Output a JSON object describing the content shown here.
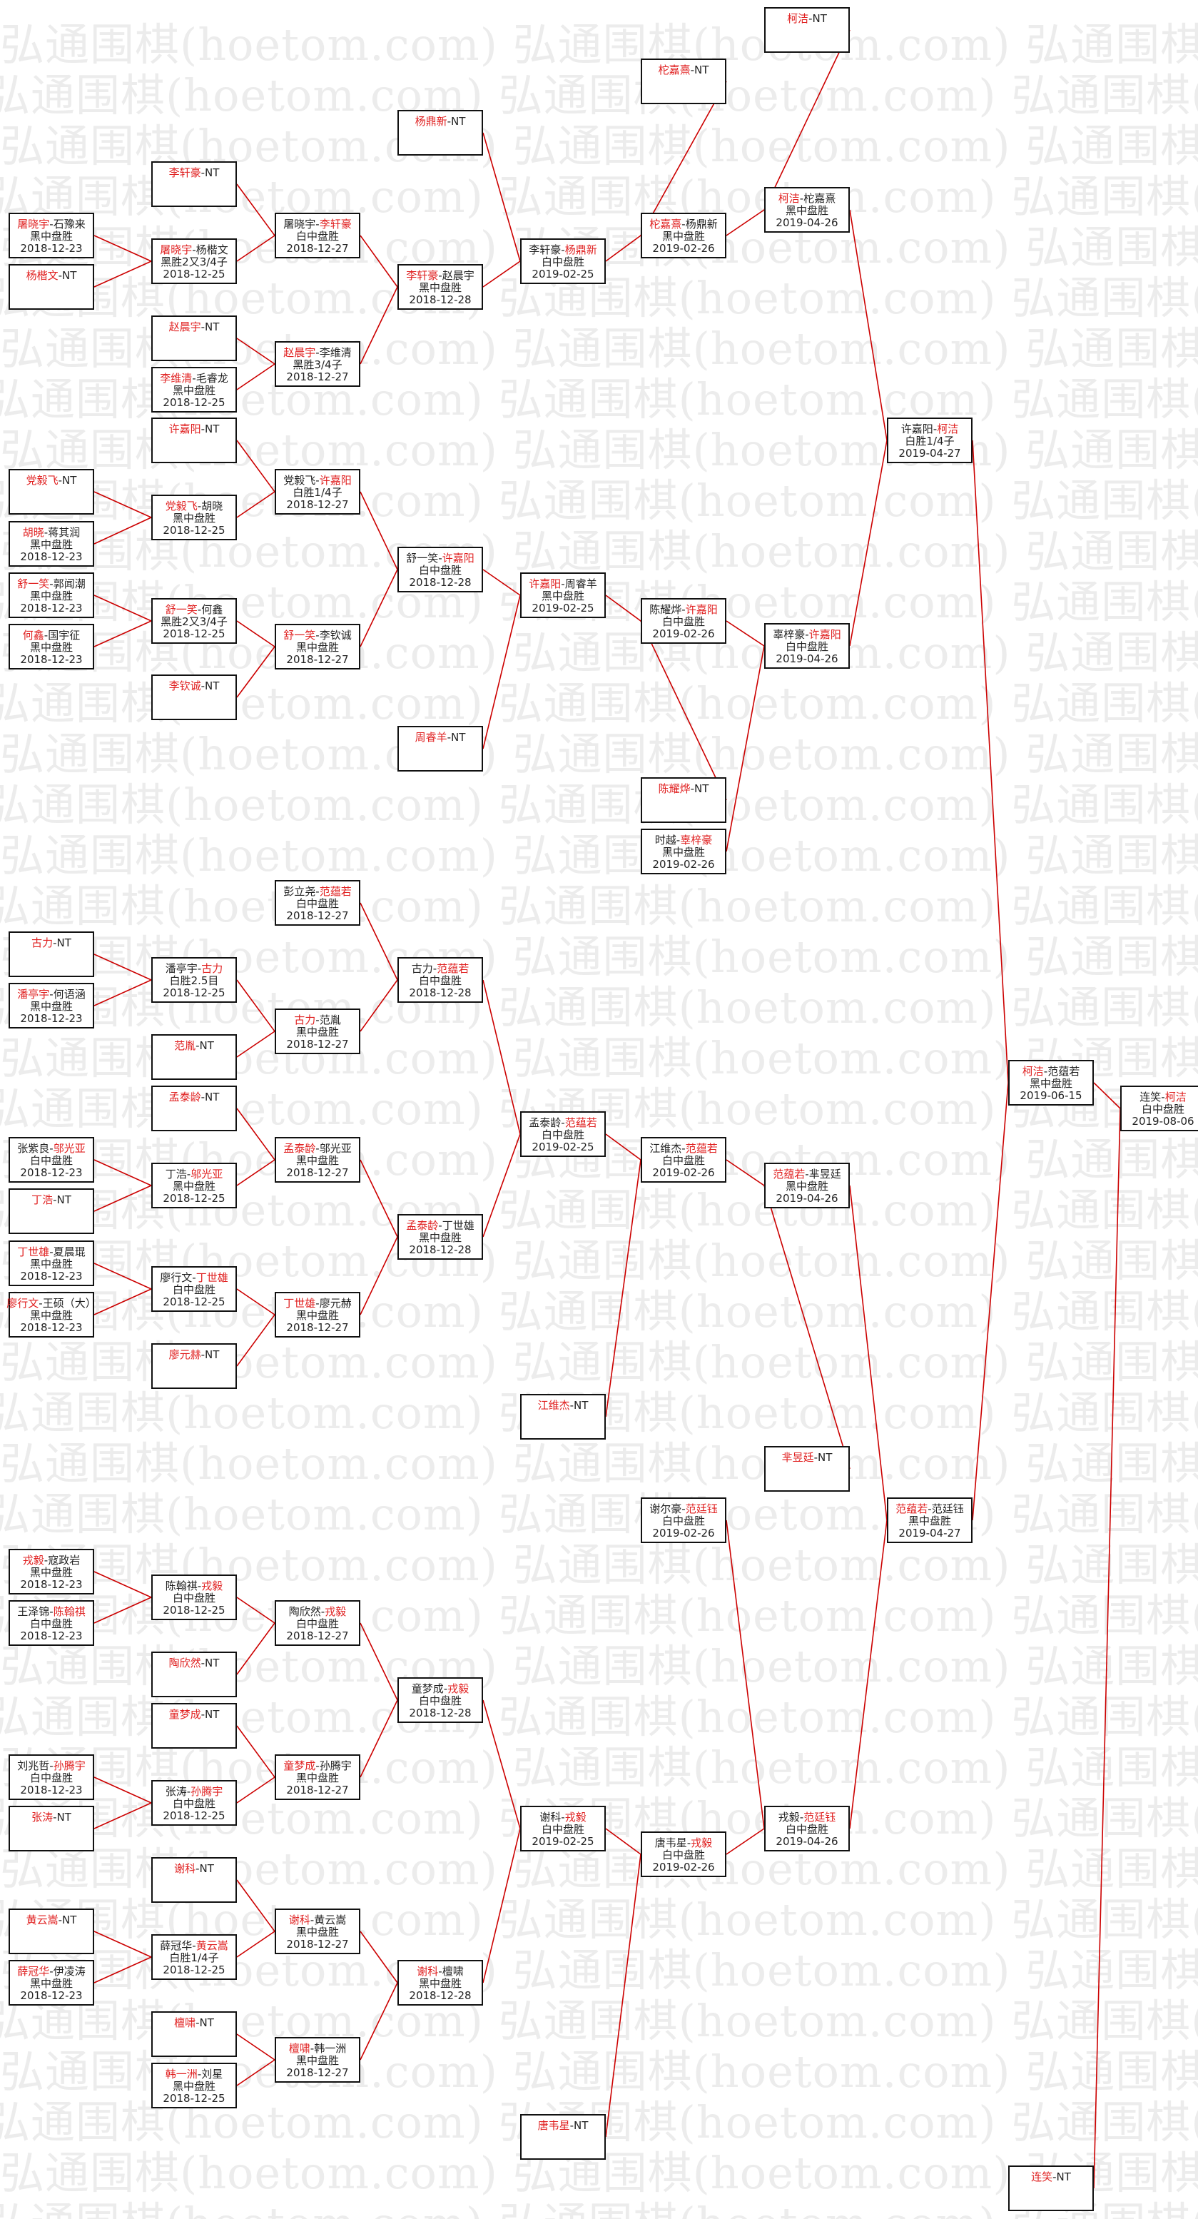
{
  "watermark": "弘通围棋(hoetom.com)",
  "line_color": "#cc0000",
  "matches": [
    {
      "id": "m1",
      "p1": "屠晓宇",
      "p2": "石豫来",
      "w": 1,
      "result": "黑中盘胜",
      "date": "2018-12-23"
    },
    {
      "id": "m2",
      "p1": "杨楷文",
      "p2": "NT",
      "w": 1,
      "result": "",
      "date": ""
    },
    {
      "id": "m3",
      "p1": "党毅飞",
      "p2": "NT",
      "w": 1,
      "result": "",
      "date": ""
    },
    {
      "id": "m4",
      "p1": "胡晓",
      "p2": "蒋其润",
      "w": 1,
      "result": "黑中盘胜",
      "date": "2018-12-23"
    },
    {
      "id": "m5",
      "p1": "舒一笑",
      "p2": "郭闻潮",
      "w": 1,
      "result": "黑中盘胜",
      "date": "2018-12-23"
    },
    {
      "id": "m6",
      "p1": "何鑫",
      "p2": "国宇征",
      "w": 1,
      "result": "黑中盘胜",
      "date": "2018-12-23"
    },
    {
      "id": "m7",
      "p1": "古力",
      "p2": "NT",
      "w": 1,
      "result": "",
      "date": ""
    },
    {
      "id": "m8",
      "p1": "潘亭宇",
      "p2": "何语涵",
      "w": 1,
      "result": "黑中盘胜",
      "date": "2018-12-23"
    },
    {
      "id": "m9",
      "p1": "张紫良",
      "p2": "邬光亚",
      "w": 2,
      "result": "白中盘胜",
      "date": "2018-12-23"
    },
    {
      "id": "m10",
      "p1": "丁浩",
      "p2": "NT",
      "w": 1,
      "result": "",
      "date": ""
    },
    {
      "id": "m11",
      "p1": "丁世雄",
      "p2": "夏晨琨",
      "w": 1,
      "result": "黑中盘胜",
      "date": "2018-12-23"
    },
    {
      "id": "m12",
      "p1": "廖行文",
      "p2": "王硕（大）",
      "w": 1,
      "result": "黑中盘胜",
      "date": "2018-12-23"
    },
    {
      "id": "m13",
      "p1": "戎毅",
      "p2": "寇政岩",
      "w": 1,
      "result": "黑中盘胜",
      "date": "2018-12-23"
    },
    {
      "id": "m14",
      "p1": "王泽锦",
      "p2": "陈翰祺",
      "w": 2,
      "result": "白中盘胜",
      "date": "2018-12-23"
    },
    {
      "id": "m15",
      "p1": "刘兆哲",
      "p2": "孙腾宇",
      "w": 2,
      "result": "白中盘胜",
      "date": "2018-12-23"
    },
    {
      "id": "m16",
      "p1": "张涛",
      "p2": "NT",
      "w": 1,
      "result": "",
      "date": ""
    },
    {
      "id": "m17",
      "p1": "黄云嵩",
      "p2": "NT",
      "w": 1,
      "result": "",
      "date": ""
    },
    {
      "id": "m18",
      "p1": "薛冠华",
      "p2": "伊凌涛",
      "w": 1,
      "result": "黑中盘胜",
      "date": "2018-12-23"
    },
    {
      "id": "n1",
      "p1": "李轩豪",
      "p2": "NT",
      "w": 1,
      "result": "",
      "date": ""
    },
    {
      "id": "n2",
      "p1": "屠晓宇",
      "p2": "杨楷文",
      "w": 1,
      "result": "黑胜2又3/4子",
      "date": "2018-12-25"
    },
    {
      "id": "n3",
      "p1": "赵晨宇",
      "p2": "NT",
      "w": 1,
      "result": "",
      "date": ""
    },
    {
      "id": "n4",
      "p1": "李维清",
      "p2": "毛睿龙",
      "w": 1,
      "result": "黑中盘胜",
      "date": "2018-12-25"
    },
    {
      "id": "n5",
      "p1": "许嘉阳",
      "p2": "NT",
      "w": 1,
      "result": "",
      "date": ""
    },
    {
      "id": "n6",
      "p1": "党毅飞",
      "p2": "胡晓",
      "w": 1,
      "result": "黑中盘胜",
      "date": "2018-12-25"
    },
    {
      "id": "n7",
      "p1": "舒一笑",
      "p2": "何鑫",
      "w": 1,
      "result": "黑胜2又3/4子",
      "date": "2018-12-25"
    },
    {
      "id": "n8",
      "p1": "李钦诚",
      "p2": "NT",
      "w": 1,
      "result": "",
      "date": ""
    },
    {
      "id": "n9",
      "p1": "潘亭宇",
      "p2": "古力",
      "w": 2,
      "result": "白胜2.5目",
      "date": "2018-12-25"
    },
    {
      "id": "n10",
      "p1": "范胤",
      "p2": "NT",
      "w": 1,
      "result": "",
      "date": ""
    },
    {
      "id": "n11",
      "p1": "孟泰龄",
      "p2": "NT",
      "w": 1,
      "result": "",
      "date": ""
    },
    {
      "id": "n12",
      "p1": "丁浩",
      "p2": "邬光亚",
      "w": 2,
      "result": "黑中盘胜",
      "date": "2018-12-25"
    },
    {
      "id": "n13",
      "p1": "廖行文",
      "p2": "丁世雄",
      "w": 2,
      "result": "白中盘胜",
      "date": "2018-12-25"
    },
    {
      "id": "n14",
      "p1": "廖元赫",
      "p2": "NT",
      "w": 1,
      "result": "",
      "date": ""
    },
    {
      "id": "n15",
      "p1": "陈翰祺",
      "p2": "戎毅",
      "w": 2,
      "result": "白中盘胜",
      "date": "2018-12-25"
    },
    {
      "id": "n16",
      "p1": "陶欣然",
      "p2": "NT",
      "w": 1,
      "result": "",
      "date": ""
    },
    {
      "id": "n17",
      "p1": "童梦成",
      "p2": "NT",
      "w": 1,
      "result": "",
      "date": ""
    },
    {
      "id": "n18",
      "p1": "张涛",
      "p2": "孙腾宇",
      "w": 2,
      "result": "白中盘胜",
      "date": "2018-12-25"
    },
    {
      "id": "n19",
      "p1": "谢科",
      "p2": "NT",
      "w": 1,
      "result": "",
      "date": ""
    },
    {
      "id": "n20",
      "p1": "薛冠华",
      "p2": "黄云嵩",
      "w": 2,
      "result": "白胜1/4子",
      "date": "2018-12-25"
    },
    {
      "id": "n21",
      "p1": "檀啸",
      "p2": "NT",
      "w": 1,
      "result": "",
      "date": ""
    },
    {
      "id": "n22",
      "p1": "韩一洲",
      "p2": "刘星",
      "w": 1,
      "result": "黑中盘胜",
      "date": "2018-12-25"
    },
    {
      "id": "r1",
      "p1": "屠晓宇",
      "p2": "李轩豪",
      "w": 2,
      "result": "白中盘胜",
      "date": "2018-12-27"
    },
    {
      "id": "r2",
      "p1": "赵晨宇",
      "p2": "李维清",
      "w": 1,
      "result": "黑胜3/4子",
      "date": "2018-12-27"
    },
    {
      "id": "r3",
      "p1": "党毅飞",
      "p2": "许嘉阳",
      "w": 2,
      "result": "白胜1/4子",
      "date": "2018-12-27"
    },
    {
      "id": "r4",
      "p1": "舒一笑",
      "p2": "李钦诚",
      "w": 1,
      "result": "黑中盘胜",
      "date": "2018-12-27"
    },
    {
      "id": "r5",
      "p1": "彭立尧",
      "p2": "范蕴若",
      "w": 2,
      "result": "白中盘胜",
      "date": "2018-12-27"
    },
    {
      "id": "r6",
      "p1": "古力",
      "p2": "范胤",
      "w": 1,
      "result": "黑中盘胜",
      "date": "2018-12-27"
    },
    {
      "id": "r7",
      "p1": "孟泰龄",
      "p2": "邬光亚",
      "w": 1,
      "result": "黑中盘胜",
      "date": "2018-12-27"
    },
    {
      "id": "r8",
      "p1": "丁世雄",
      "p2": "廖元赫",
      "w": 1,
      "result": "黑中盘胜",
      "date": "2018-12-27"
    },
    {
      "id": "r9",
      "p1": "陶欣然",
      "p2": "戎毅",
      "w": 2,
      "result": "白中盘胜",
      "date": "2018-12-27"
    },
    {
      "id": "r10",
      "p1": "童梦成",
      "p2": "孙腾宇",
      "w": 1,
      "result": "黑中盘胜",
      "date": "2018-12-27"
    },
    {
      "id": "r11",
      "p1": "谢科",
      "p2": "黄云嵩",
      "w": 1,
      "result": "黑中盘胜",
      "date": "2018-12-27"
    },
    {
      "id": "r12",
      "p1": "檀啸",
      "p2": "韩一洲",
      "w": 1,
      "result": "黑中盘胜",
      "date": "2018-12-27"
    },
    {
      "id": "s1",
      "p1": "李轩豪",
      "p2": "赵晨宇",
      "w": 1,
      "result": "黑中盘胜",
      "date": "2018-12-28"
    },
    {
      "id": "s2",
      "p1": "舒一笑",
      "p2": "许嘉阳",
      "w": 2,
      "result": "白中盘胜",
      "date": "2018-12-28"
    },
    {
      "id": "s3",
      "p1": "古力",
      "p2": "范蕴若",
      "w": 2,
      "result": "白中盘胜",
      "date": "2018-12-28"
    },
    {
      "id": "s4",
      "p1": "孟泰龄",
      "p2": "丁世雄",
      "w": 1,
      "result": "黑中盘胜",
      "date": "2018-12-28"
    },
    {
      "id": "s5",
      "p1": "童梦成",
      "p2": "戎毅",
      "w": 2,
      "result": "白中盘胜",
      "date": "2018-12-28"
    },
    {
      "id": "s6",
      "p1": "谢科",
      "p2": "檀啸",
      "w": 1,
      "result": "黑中盘胜",
      "date": "2018-12-28"
    },
    {
      "id": "t1",
      "p1": "杨鼎新",
      "p2": "NT",
      "w": 1,
      "result": "",
      "date": ""
    },
    {
      "id": "t2",
      "p1": "周睿羊",
      "p2": "NT",
      "w": 1,
      "result": "",
      "date": ""
    },
    {
      "id": "t3",
      "p1": "江维杰",
      "p2": "NT",
      "w": 1,
      "result": "",
      "date": ""
    },
    {
      "id": "t4",
      "p1": "唐韦星",
      "p2": "NT",
      "w": 1,
      "result": "",
      "date": ""
    },
    {
      "id": "u1",
      "p1": "李轩豪",
      "p2": "杨鼎新",
      "w": 2,
      "result": "白中盘胜",
      "date": "2019-02-25"
    },
    {
      "id": "u2",
      "p1": "许嘉阳",
      "p2": "周睿羊",
      "w": 1,
      "result": "黑中盘胜",
      "date": "2019-02-25"
    },
    {
      "id": "u3",
      "p1": "孟泰龄",
      "p2": "范蕴若",
      "w": 2,
      "result": "白中盘胜",
      "date": "2019-02-25"
    },
    {
      "id": "u4",
      "p1": "谢科",
      "p2": "戎毅",
      "w": 2,
      "result": "白中盘胜",
      "date": "2019-02-25"
    },
    {
      "id": "v1",
      "p1": "柁嘉熹",
      "p2": "NT",
      "w": 1,
      "result": "",
      "date": ""
    },
    {
      "id": "v2",
      "p1": "陈耀烨",
      "p2": "NT",
      "w": 1,
      "result": "",
      "date": ""
    },
    {
      "id": "v3",
      "p1": "芈昱廷",
      "p2": "NT",
      "w": 1,
      "result": "",
      "date": ""
    },
    {
      "id": "w1",
      "p1": "柁嘉熹",
      "p2": "杨鼎新",
      "w": 1,
      "result": "黑中盘胜",
      "date": "2019-02-26"
    },
    {
      "id": "w2",
      "p1": "陈耀烨",
      "p2": "许嘉阳",
      "w": 2,
      "result": "白中盘胜",
      "date": "2019-02-26"
    },
    {
      "id": "w3",
      "p1": "时越",
      "p2": "辜梓豪",
      "w": 2,
      "result": "黑中盘胜",
      "date": "2019-02-26"
    },
    {
      "id": "w4",
      "p1": "江维杰",
      "p2": "范蕴若",
      "w": 2,
      "result": "白中盘胜",
      "date": "2019-02-26"
    },
    {
      "id": "w5",
      "p1": "谢尔豪",
      "p2": "范廷钰",
      "w": 2,
      "result": "白中盘胜",
      "date": "2019-02-26"
    },
    {
      "id": "w6",
      "p1": "唐韦星",
      "p2": "戎毅",
      "w": 2,
      "result": "白中盘胜",
      "date": "2019-02-26"
    },
    {
      "id": "x0",
      "p1": "柯洁",
      "p2": "NT",
      "w": 1,
      "result": "",
      "date": ""
    },
    {
      "id": "x1",
      "p1": "柯洁",
      "p2": "柁嘉熹",
      "w": 1,
      "result": "黑中盘胜",
      "date": "2019-04-26"
    },
    {
      "id": "x2",
      "p1": "辜梓豪",
      "p2": "许嘉阳",
      "w": 2,
      "result": "白中盘胜",
      "date": "2019-04-26"
    },
    {
      "id": "x3",
      "p1": "范蕴若",
      "p2": "芈昱廷",
      "w": 1,
      "result": "黑中盘胜",
      "date": "2019-04-26"
    },
    {
      "id": "x4",
      "p1": "戎毅",
      "p2": "范廷钰",
      "w": 2,
      "result": "白中盘胜",
      "date": "2019-04-26"
    },
    {
      "id": "y1",
      "p1": "许嘉阳",
      "p2": "柯洁",
      "w": 2,
      "result": "白胜1/4子",
      "date": "2019-04-27"
    },
    {
      "id": "y2",
      "p1": "范蕴若",
      "p2": "范廷钰",
      "w": 1,
      "result": "黑中盘胜",
      "date": "2019-04-27"
    },
    {
      "id": "z1",
      "p1": "柯洁",
      "p2": "范蕴若",
      "w": 1,
      "result": "黑中盘胜",
      "date": "2019-06-15"
    },
    {
      "id": "z2",
      "p1": "连笑",
      "p2": "NT",
      "w": 1,
      "result": "",
      "date": ""
    },
    {
      "id": "f1",
      "p1": "连笑",
      "p2": "柯洁",
      "w": 2,
      "result": "白中盘胜",
      "date": "2019-08-06"
    }
  ]
}
